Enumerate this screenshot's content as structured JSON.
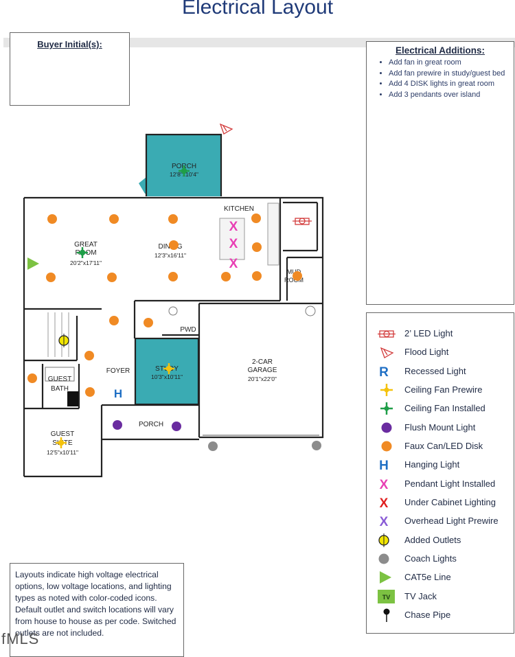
{
  "title": "Electrical Layout",
  "buyer_initials": {
    "label": "Buyer Initial(s):"
  },
  "additions": {
    "heading": "Electrical Additions",
    "heading_suffix": ":",
    "items": [
      "Add fan in great room",
      "Add fan prewire in study/guest bed",
      "Add 4 DISK lights in great room",
      "Add 3 pendants over island"
    ]
  },
  "legend": [
    {
      "icon": "led-light-icon",
      "label": "2’ LED Light",
      "color": "#d23a3a"
    },
    {
      "icon": "flood-light-icon",
      "label": "Flood Light",
      "color": "#d23a3a"
    },
    {
      "icon": "recessed-light-icon",
      "label": "Recessed Light",
      "color": "#1f6fc4",
      "glyph": "R"
    },
    {
      "icon": "ceiling-fan-prewire-icon",
      "label": "Ceiling Fan Prewire",
      "color": "#f4c20d"
    },
    {
      "icon": "ceiling-fan-installed-icon",
      "label": "Ceiling Fan Installed",
      "color": "#1f9e48"
    },
    {
      "icon": "flush-mount-light-icon",
      "label": "Flush Mount Light",
      "color": "#6a2ca0"
    },
    {
      "icon": "faux-can-led-disk-icon",
      "label": "Faux Can/LED Disk",
      "color": "#f08a24"
    },
    {
      "icon": "hanging-light-icon",
      "label": "Hanging Light",
      "color": "#1f6fc4",
      "glyph": "H"
    },
    {
      "icon": "pendant-light-installed-icon",
      "label": "Pendant Light Installed",
      "color": "#e83fb4",
      "glyph": "X"
    },
    {
      "icon": "under-cabinet-lighting-icon",
      "label": "Under Cabinet Lighting",
      "color": "#e02020",
      "glyph": "X"
    },
    {
      "icon": "overhead-light-prewire-icon",
      "label": "Overhead Light Prewire",
      "color": "#8a5cd6",
      "glyph": "X"
    },
    {
      "icon": "added-outlets-icon",
      "label": "Added Outlets",
      "color": "#f2e600"
    },
    {
      "icon": "coach-lights-icon",
      "label": "Coach Lights",
      "color": "#8c8c8c"
    },
    {
      "icon": "cat5e-line-icon",
      "label": "CAT5e Line",
      "color": "#7cc242"
    },
    {
      "icon": "tv-jack-icon",
      "label": "TV Jack",
      "color": "#7cc242",
      "glyph": "TV"
    },
    {
      "icon": "chase-pipe-icon",
      "label": "Chase Pipe",
      "color": "#111111"
    }
  ],
  "rooms": {
    "porch_back": {
      "name": "PORCH",
      "size": "12'8\"x10'4\""
    },
    "great_room": {
      "name": "GREAT\nROOM",
      "size": "20'2\"x17'11\""
    },
    "dining": {
      "name": "DINING",
      "size": "12'3\"x16'11\""
    },
    "kitchen": {
      "name": "KITCHEN"
    },
    "mud_room": {
      "name": "MUD\nROOM"
    },
    "pwd": {
      "name": "PWD"
    },
    "study": {
      "name": "STUDY",
      "size": "10'3\"x10'11\""
    },
    "garage": {
      "name": "2-CAR\nGARAGE",
      "size": "20'1\"x22'0\""
    },
    "foyer": {
      "name": "FOYER"
    },
    "guest_bath": {
      "name": "GUEST\nBATH"
    },
    "porch_front": {
      "name": "PORCH"
    },
    "guest_suite": {
      "name": "GUEST\nSUITE",
      "size": "12'5\"x10'11\""
    }
  },
  "note": "Layouts indicate high voltage electrical options, low voltage locations, and lighting types as noted with color-coded icons. Default outlet and switch locations will vary from house to house as per code. Switched outlets are not included.",
  "watermark": "fMLS"
}
